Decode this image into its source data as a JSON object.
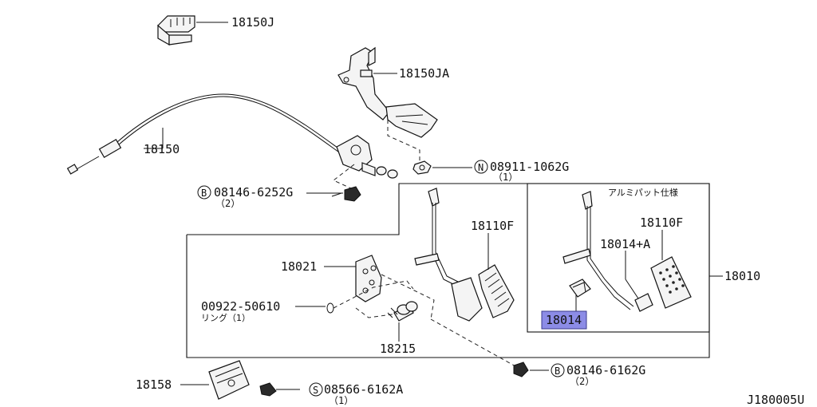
{
  "diagram_code": "J180005U",
  "option_box": {
    "title": "アルミパット仕様"
  },
  "parts": [
    {
      "id": "p_18150J",
      "number": "18150J"
    },
    {
      "id": "p_18150JA",
      "number": "18150JA"
    },
    {
      "id": "p_18150",
      "number": "18150"
    },
    {
      "id": "p_08911",
      "symbol": "N",
      "number": "08911-1062G",
      "qty": "（1）"
    },
    {
      "id": "p_08146a",
      "symbol": "B",
      "number": "08146-6252G",
      "qty": "（2）"
    },
    {
      "id": "p_18110F_a",
      "number": "18110F"
    },
    {
      "id": "p_18110F_b",
      "number": "18110F"
    },
    {
      "id": "p_18014A",
      "number": "18014+A"
    },
    {
      "id": "p_18010",
      "number": "18010"
    },
    {
      "id": "p_18021",
      "number": "18021"
    },
    {
      "id": "p_00922",
      "number": "00922-50610",
      "note": "リング（1）"
    },
    {
      "id": "p_18014",
      "number": "18014",
      "highlighted": true
    },
    {
      "id": "p_18215",
      "number": "18215"
    },
    {
      "id": "p_08146b",
      "symbol": "B",
      "number": "08146-6162G",
      "qty": "（2）"
    },
    {
      "id": "p_18158",
      "number": "18158"
    },
    {
      "id": "p_08566",
      "symbol": "S",
      "number": "08566-6162A",
      "qty": "（1）"
    }
  ],
  "colors": {
    "highlight": "#8c8ce6",
    "line": "#111111"
  }
}
